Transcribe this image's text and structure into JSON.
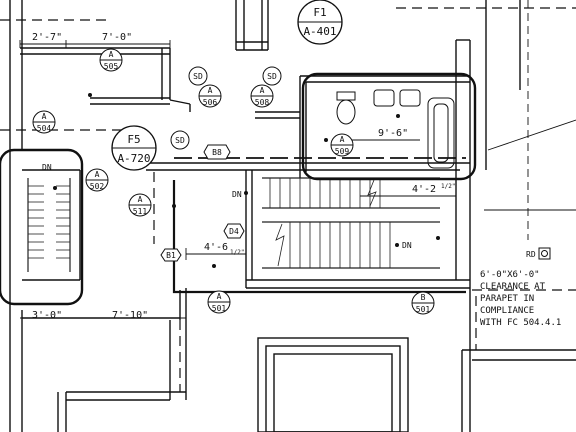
{
  "dimensions": {
    "d_2_7": "2'-7\"",
    "d_7_0": "7'-0\"",
    "d_9_6": "9'-6\"",
    "d_4_2": "4'-2",
    "d_4_2_frac": "1/2\"",
    "d_4_6": "4'-6",
    "d_4_6_frac": "1/2\"",
    "d_3_0": "3'-0\"",
    "d_7_10": "7'-10\""
  },
  "section_callouts": [
    {
      "id": "f1",
      "top": "F1",
      "bottom": "A-401"
    },
    {
      "id": "f5",
      "top": "F5",
      "bottom": "A-720"
    }
  ],
  "detail_bubbles": [
    {
      "id": "505",
      "top": "A",
      "bottom": "505"
    },
    {
      "id": "504",
      "top": "A",
      "bottom": "504"
    },
    {
      "id": "506",
      "top": "A",
      "bottom": "506"
    },
    {
      "id": "508",
      "top": "A",
      "bottom": "508"
    },
    {
      "id": "509",
      "top": "A",
      "bottom": "509"
    },
    {
      "id": "502",
      "top": "A",
      "bottom": "502"
    },
    {
      "id": "511",
      "top": "A",
      "bottom": "511"
    },
    {
      "id": "501a",
      "top": "A",
      "bottom": "501"
    },
    {
      "id": "501b",
      "top": "B",
      "bottom": "501"
    }
  ],
  "tags": {
    "sd1": "SD",
    "sd2": "SD",
    "sd3": "SD",
    "b8": "B8",
    "d4": "D4",
    "b1": "B1",
    "rd": "RD"
  },
  "stair_labels": {
    "dn1": "DN",
    "dn2": "DN",
    "dn3": "DN"
  },
  "clearance_note": [
    "6'-0\"X6'-0\"",
    "CLEARANCE AT",
    "PARAPET IN",
    "COMPLIANCE",
    "WITH FC 504.4.1"
  ]
}
